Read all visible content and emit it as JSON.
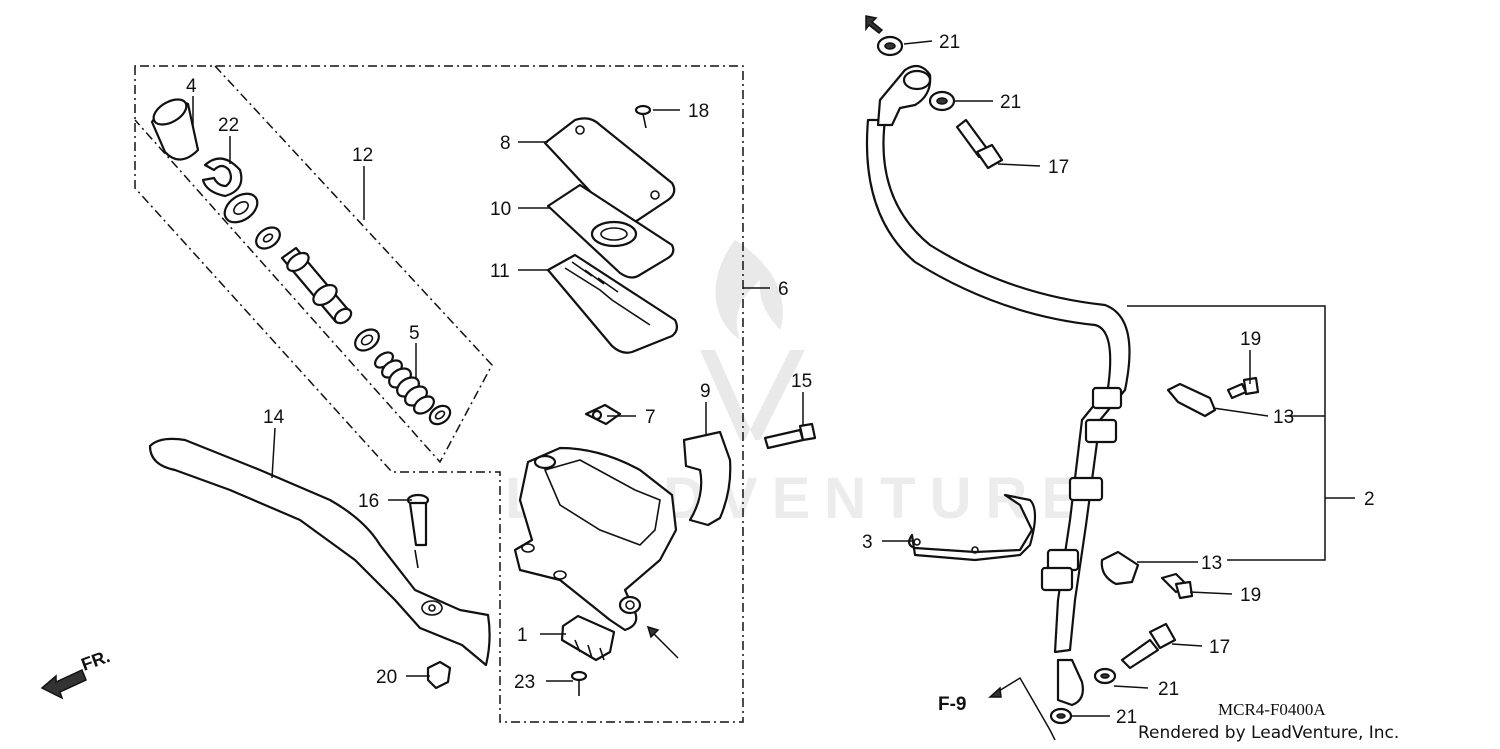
{
  "diagram_code": "MCR4-F0400A",
  "credit": "Rendered by LeadVenture, Inc.",
  "watermark": "LEADVENTURE",
  "fr_label": "FR.",
  "ref_label": "F-9",
  "callouts": {
    "c1": "1",
    "c2": "2",
    "c3": "3",
    "c4": "4",
    "c5": "5",
    "c6": "6",
    "c7": "7",
    "c8": "8",
    "c9": "9",
    "c10": "10",
    "c11": "11",
    "c12": "12",
    "c13a": "13",
    "c13b": "13",
    "c14": "14",
    "c15": "15",
    "c16": "16",
    "c17a": "17",
    "c17b": "17",
    "c18": "18",
    "c19a": "19",
    "c19b": "19",
    "c20": "20",
    "c21a": "21",
    "c21b": "21",
    "c21c": "21",
    "c21d": "21",
    "c22": "22",
    "c23": "23"
  }
}
